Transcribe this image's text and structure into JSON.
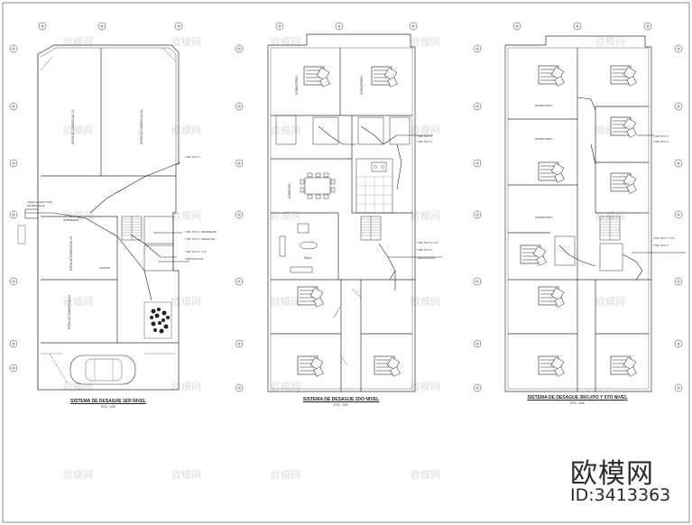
{
  "plans": [
    {
      "caption": "SISTEMA DE DESAGUE 1ER NIVEL",
      "scale": "ESC: 1/50"
    },
    {
      "caption": "SISTEMA DE DESAGUE 2DO NIVEL",
      "scale": "ESC: 1/50"
    },
    {
      "caption": "SISTEMA DE DESAGUE 3RO,4TO Y 5TO NIVEL",
      "scale": "ESC: 1/50"
    }
  ],
  "room_labels": {
    "sala": "SALA",
    "dormitorio": "DORMITORIO"
  },
  "brand": {
    "name": "欧模网",
    "id": "ID:3413363"
  },
  "colors": {
    "line": "#333333",
    "watermark": "#d0d0d0",
    "brand": "#2a2a2a"
  }
}
